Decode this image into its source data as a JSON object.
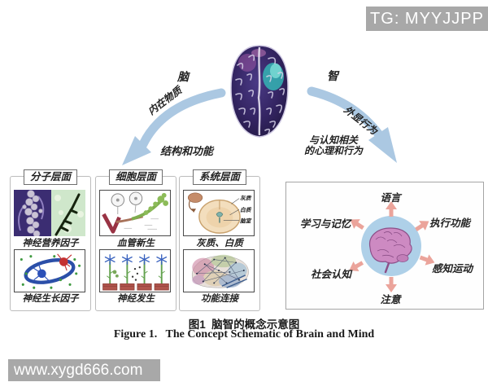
{
  "watermark_top": {
    "text": "TG: MYYJJPP"
  },
  "watermark_bottom": {
    "text": "www.xygd666.com"
  },
  "diagram": {
    "brain_label": "脑",
    "mind_label": "智",
    "left_arrow_text": "内在物质",
    "right_arrow_text": "外显行为",
    "left_result_text": "结构和功能",
    "right_result_line1": "与认知相关",
    "right_result_line2": "的心理和行为"
  },
  "levels": {
    "columns": [
      {
        "header": "分子层面",
        "items": [
          {
            "label": "神经营养因子"
          },
          {
            "label": "神经生长因子"
          }
        ]
      },
      {
        "header": "细胞层面",
        "items": [
          {
            "label": "血管新生"
          },
          {
            "label": "神经发生"
          }
        ]
      },
      {
        "header": "系统层面",
        "items": [
          {
            "label": "灰质、白质",
            "annotations": {
              "gray": "灰质",
              "white": "白质",
              "ventricle": "脑室"
            }
          },
          {
            "label": "功能连接"
          }
        ]
      }
    ]
  },
  "functions_panel": {
    "labels": {
      "top": "语言",
      "top_right": "执行功能",
      "bottom_right": "感知运动",
      "bottom": "注意",
      "bottom_left": "社会认知",
      "top_left": "学习与记忆"
    }
  },
  "caption": {
    "zh": "图1  脑智的概念示意图",
    "en": "Figure 1.   The Concept Schematic of Brain and Mind"
  },
  "colors": {
    "flow_arrow_blue": "#abc8e2",
    "function_arrow_salmon": "#eba49b",
    "circle_blue": "#aed0e8",
    "watermark_gray": "#a8a8a8"
  }
}
